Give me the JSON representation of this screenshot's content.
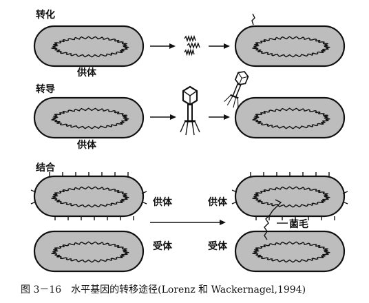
{
  "sections": {
    "transformation": {
      "title": "转化",
      "donor_label": "供体"
    },
    "transduction": {
      "title": "转导",
      "donor_label": "供体"
    },
    "conjugation": {
      "title": "结合",
      "left_donor_label": "供体",
      "left_recipient_label": "受体",
      "right_donor_label": "供体",
      "right_recipient_label": "受体",
      "pilus_label": "菌毛"
    }
  },
  "caption": "图 3－16　水平基因的转移途径(Lorenz 和 Wackernagel,1994)"
}
